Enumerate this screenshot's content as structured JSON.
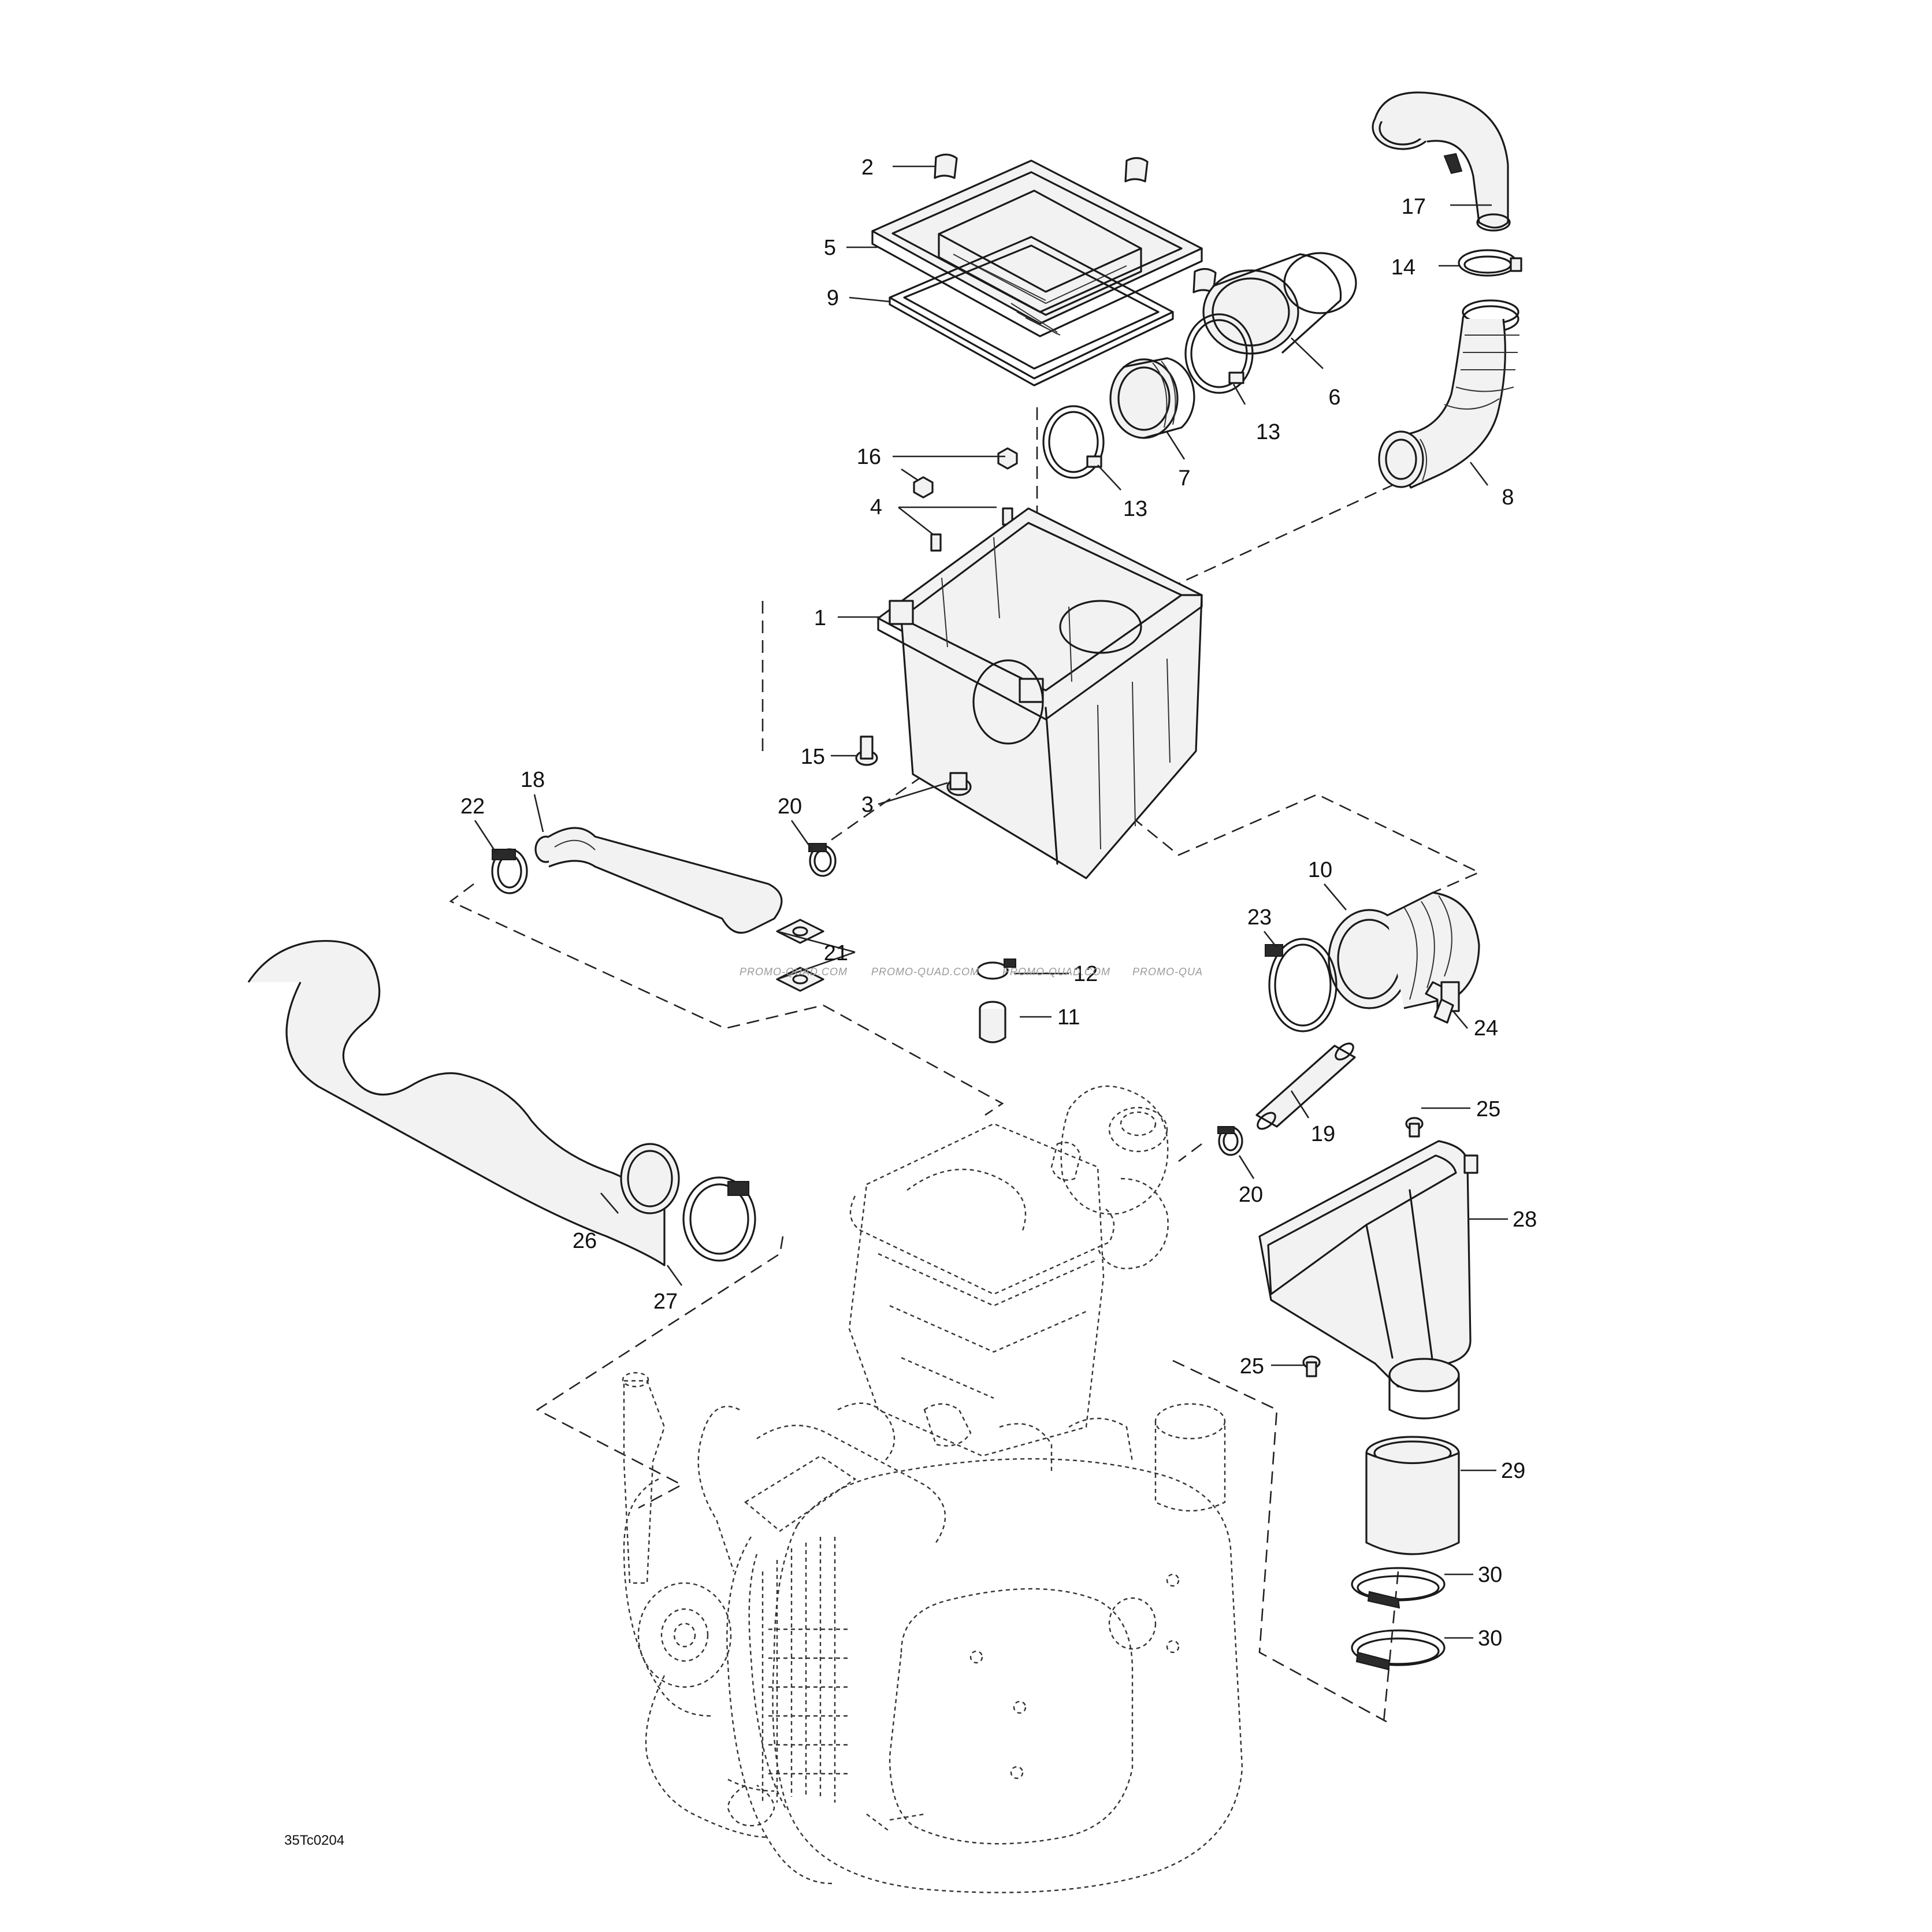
{
  "diagram": {
    "drawing_code": "35Tc0204",
    "watermark": "PROMO-QUAD.COM",
    "watermark_partial": "PROMO-QUA",
    "callouts": [
      {
        "id": "c1",
        "label": "1"
      },
      {
        "id": "c2",
        "label": "2"
      },
      {
        "id": "c3",
        "label": "3"
      },
      {
        "id": "c4",
        "label": "4"
      },
      {
        "id": "c5",
        "label": "5"
      },
      {
        "id": "c6",
        "label": "6"
      },
      {
        "id": "c7",
        "label": "7"
      },
      {
        "id": "c8",
        "label": "8"
      },
      {
        "id": "c9",
        "label": "9"
      },
      {
        "id": "c10",
        "label": "10"
      },
      {
        "id": "c11",
        "label": "11"
      },
      {
        "id": "c12",
        "label": "12"
      },
      {
        "id": "c13a",
        "label": "13"
      },
      {
        "id": "c13b",
        "label": "13"
      },
      {
        "id": "c14",
        "label": "14"
      },
      {
        "id": "c15",
        "label": "15"
      },
      {
        "id": "c16",
        "label": "16"
      },
      {
        "id": "c17",
        "label": "17"
      },
      {
        "id": "c18",
        "label": "18"
      },
      {
        "id": "c19",
        "label": "19"
      },
      {
        "id": "c20a",
        "label": "20"
      },
      {
        "id": "c20b",
        "label": "20"
      },
      {
        "id": "c21",
        "label": "21"
      },
      {
        "id": "c22",
        "label": "22"
      },
      {
        "id": "c23",
        "label": "23"
      },
      {
        "id": "c24",
        "label": "24"
      },
      {
        "id": "c25a",
        "label": "25"
      },
      {
        "id": "c25b",
        "label": "25"
      },
      {
        "id": "c26",
        "label": "26"
      },
      {
        "id": "c27",
        "label": "27"
      },
      {
        "id": "c28",
        "label": "28"
      },
      {
        "id": "c29",
        "label": "29"
      },
      {
        "id": "c30a",
        "label": "30"
      },
      {
        "id": "c30b",
        "label": "30"
      }
    ]
  }
}
